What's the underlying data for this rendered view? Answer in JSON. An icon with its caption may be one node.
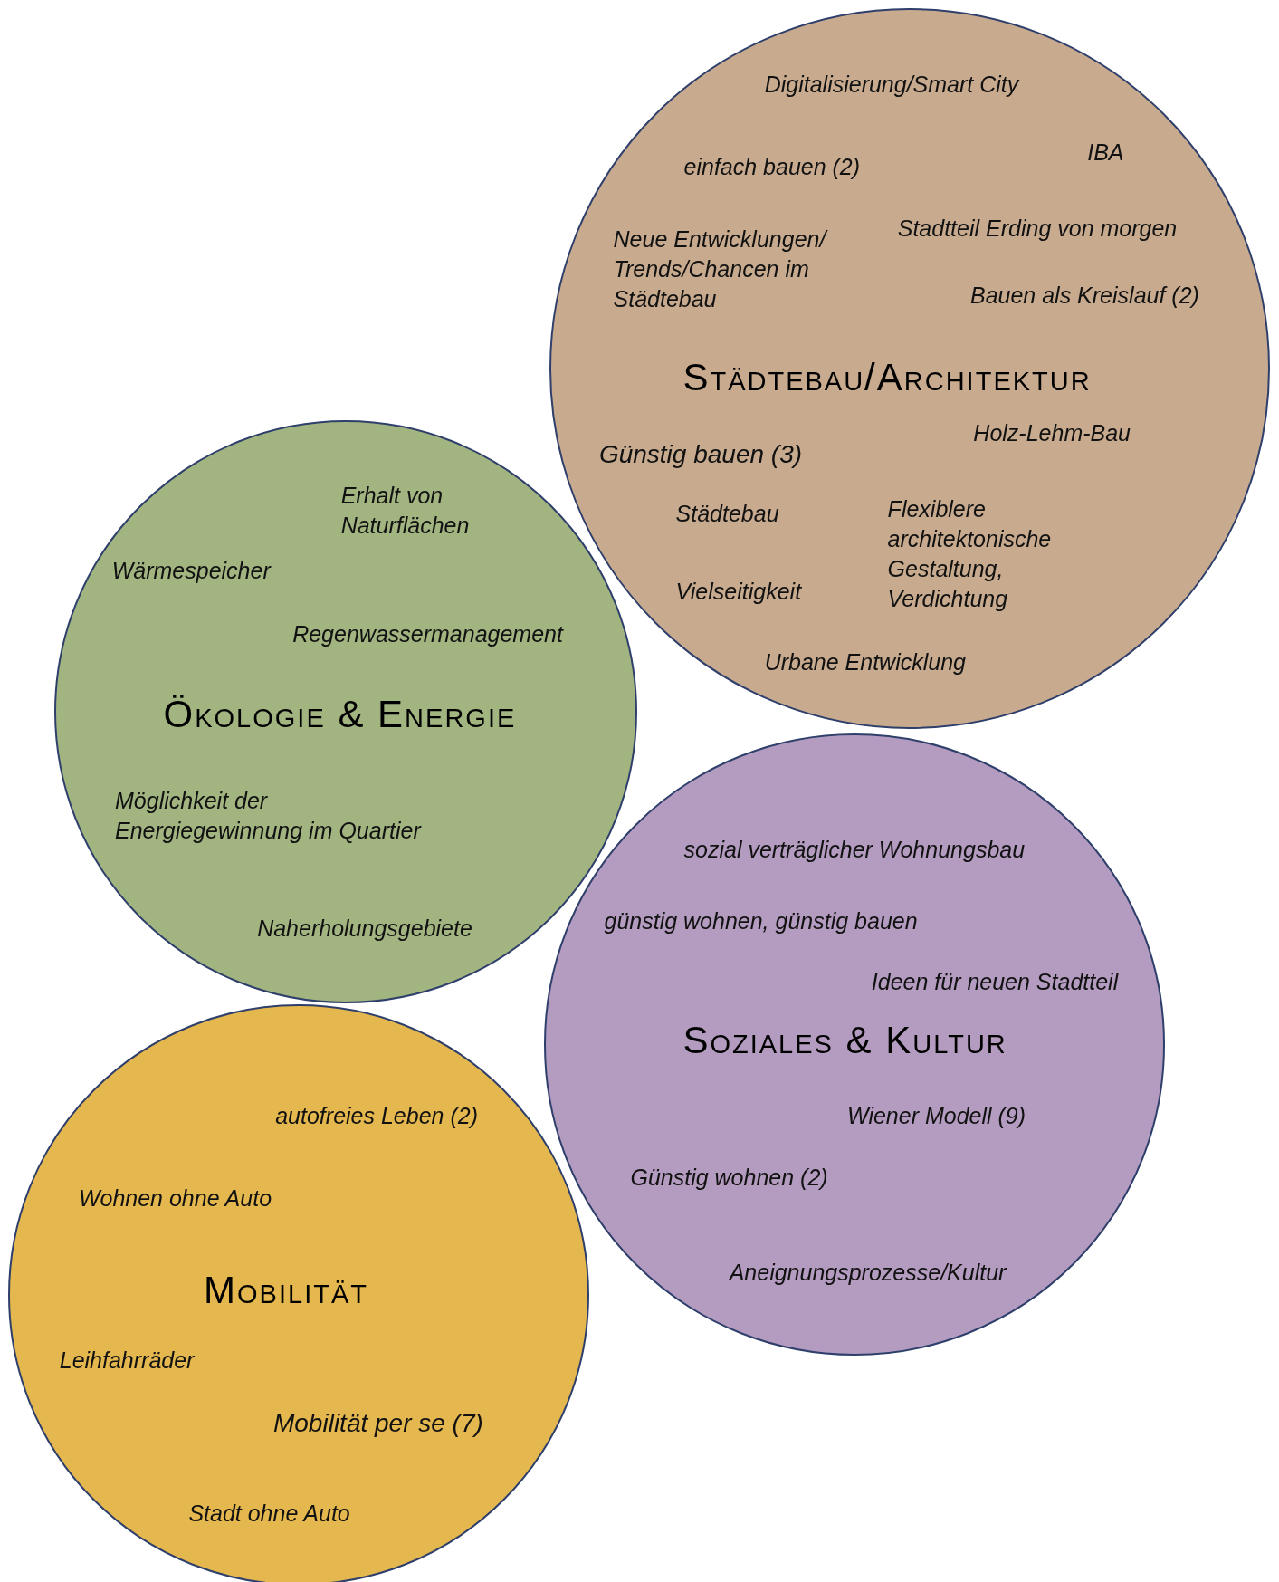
{
  "diagram": {
    "nodes": [
      {
        "text": [
          "Digitalisierung/Smart City",
          "IBA",
          "einfach bauen (2)",
          "Stadtteil Erding von morgen",
          "Neue Entwicklungen/ Trends/Chancen im Städtebau",
          "Bauen als Kreislauf (2)",
          "Städtebau/Architektur",
          "Holz-Lehm-Bau",
          "Günstig bauen (3)",
          "Städtebau",
          "Flexiblere architektonische Gestaltung, Verdichtung",
          "Vielseitigkeit",
          "Urbane Entwicklung"
        ]
      },
      {
        "text": [
          "Erhalt von Naturflächen",
          "Wärmespeicher",
          "Regenwassermanagement",
          "Ökologie & Energie",
          "Möglichkeit der Energiegewinnung im Quartier",
          "Naherholungsgebiete"
        ]
      },
      {
        "text": [
          "sozial verträglicher Wohnungsbau",
          "günstig wohnen, günstig bauen",
          "Ideen für neuen Stadtteil",
          "Soziales & Kultur",
          "Wiener Modell (9)",
          "Günstig wohnen (2)",
          "Aneignungsprozesse/Kultur"
        ]
      },
      {
        "text": [
          "autofreies Leben (2)",
          "Wohnen ohne Auto",
          "Mobilität",
          "Leihfahrräder",
          "Mobilität per se (7)",
          "Stadt ohne Auto"
        ]
      }
    ]
  }
}
